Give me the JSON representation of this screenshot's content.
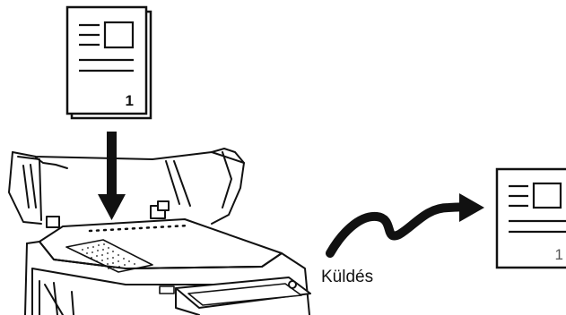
{
  "original_page": {
    "page_number": "1"
  },
  "sent_page": {
    "page_number": "1"
  },
  "send_label": "Küldés",
  "colors": {
    "ink": "#111111",
    "paper": "#ffffff",
    "page_number_sent": "#555555",
    "machine_fill": "#ffffff"
  },
  "icons": {
    "arrow_down": "down-arrow-icon",
    "arrow_send": "curved-send-arrow-icon",
    "machine": "copier-scanner-icon"
  }
}
